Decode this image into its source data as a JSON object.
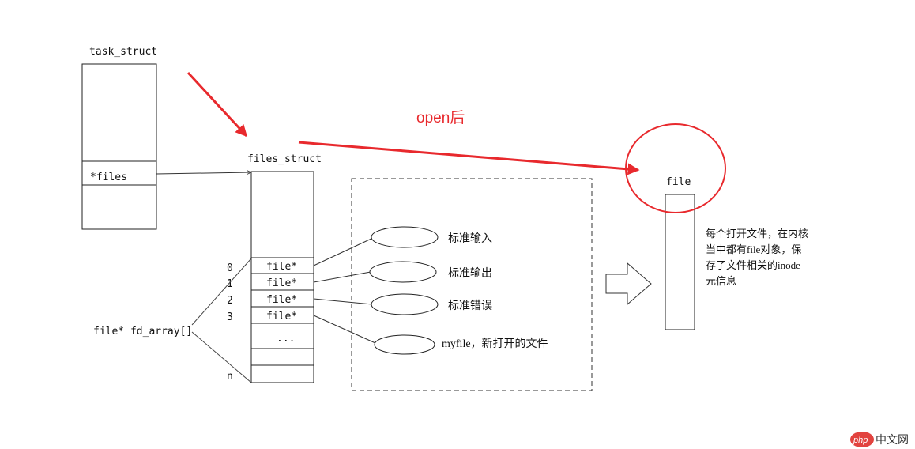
{
  "task_struct": {
    "label": "task_struct",
    "field": "*files"
  },
  "files_struct": {
    "label": "files_struct",
    "cells": [
      "file*",
      "file*",
      "file*",
      "file*",
      "..."
    ],
    "indices": [
      "0",
      "1",
      "2",
      "3",
      "n"
    ]
  },
  "fd_array_label": "file* fd_array[]",
  "streams": [
    {
      "label": "标准输入"
    },
    {
      "label": "标准输出"
    },
    {
      "label": "标准错误"
    },
    {
      "label": "myfile，新打开的文件"
    }
  ],
  "file_box": {
    "label": "file",
    "description": [
      "每个打开文件，在内核",
      "当中都有file对象，保",
      "存了文件相关的inode",
      "元信息"
    ]
  },
  "annotation": {
    "text": "open后",
    "color": "#e8292d"
  },
  "watermark": {
    "logo": "php",
    "site": "中文网"
  }
}
